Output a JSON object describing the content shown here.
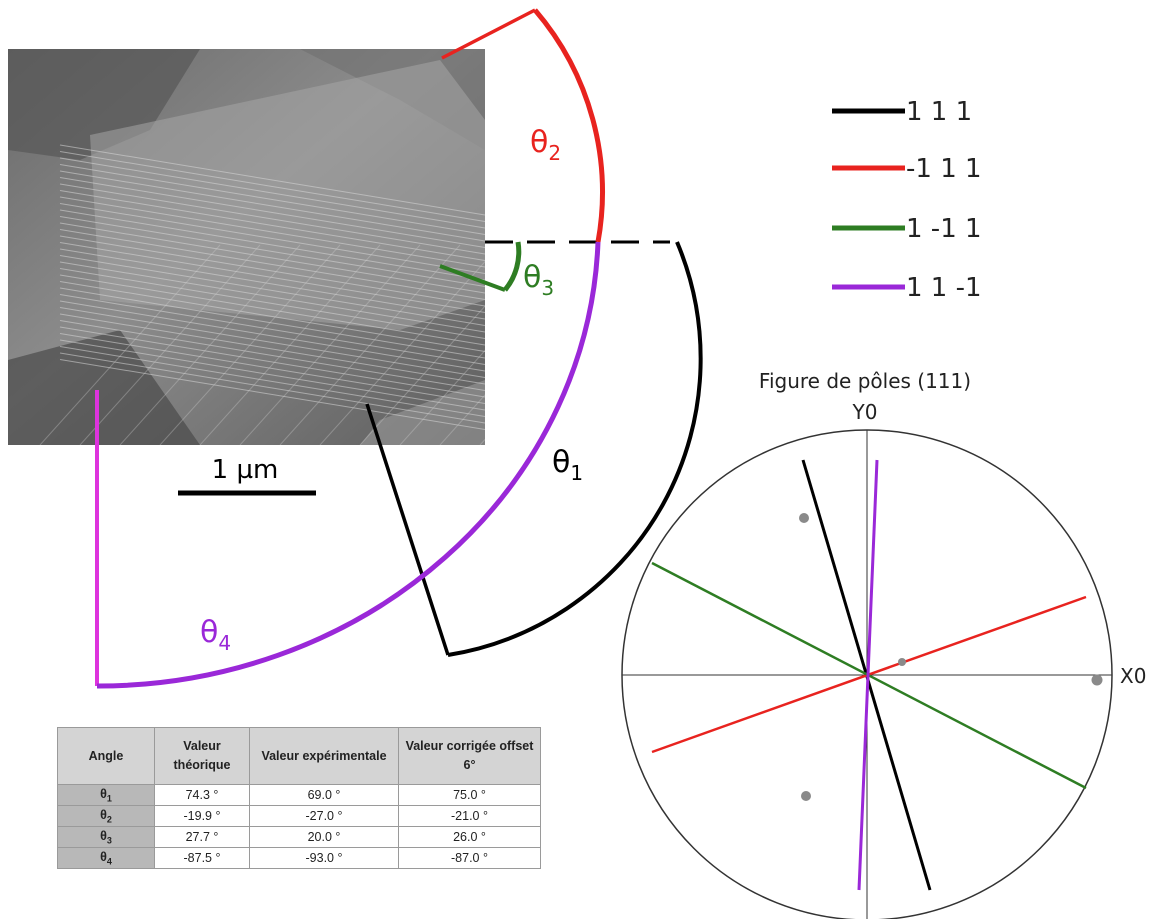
{
  "legend": {
    "items": [
      {
        "label": "1 1 1",
        "color": "#000000"
      },
      {
        "label": "-1 1 1",
        "color": "#e8231f"
      },
      {
        "label": "1 -1 1",
        "color": "#2e7d23"
      },
      {
        "label": "1 1 -1",
        "color": "#9a28d8"
      }
    ]
  },
  "micrograph": {
    "scale_bar_label": "1 µm"
  },
  "angle_labels": {
    "theta1": {
      "base": "θ",
      "sub": "1",
      "color": "#000000"
    },
    "theta2": {
      "base": "θ",
      "sub": "2",
      "color": "#e8231f"
    },
    "theta3": {
      "base": "θ",
      "sub": "3",
      "color": "#2e7d23"
    },
    "theta4": {
      "base": "θ",
      "sub": "4",
      "color": "#9a28d8"
    }
  },
  "pole_figure": {
    "title": "Figure de pôles (111)",
    "y_axis_label": "Y0",
    "x_axis_label": "X0"
  },
  "table": {
    "headers": [
      "Angle",
      "Valeur théorique",
      "Valeur expérimentale",
      "Valeur corrigée offset 6°"
    ],
    "rows": [
      {
        "angle": {
          "base": "θ",
          "sub": "1"
        },
        "theoretical": "74.3 °",
        "experimental": "69.0 °",
        "corrected": "75.0 °"
      },
      {
        "angle": {
          "base": "θ",
          "sub": "2"
        },
        "theoretical": "-19.9 °",
        "experimental": "-27.0 °",
        "corrected": "-21.0 °"
      },
      {
        "angle": {
          "base": "θ",
          "sub": "3"
        },
        "theoretical": "27.7 °",
        "experimental": "20.0 °",
        "corrected": "26.0 °"
      },
      {
        "angle": {
          "base": "θ",
          "sub": "4"
        },
        "theoretical": "-87.5 °",
        "experimental": "-93.0 °",
        "corrected": "-87.0 °"
      }
    ]
  }
}
